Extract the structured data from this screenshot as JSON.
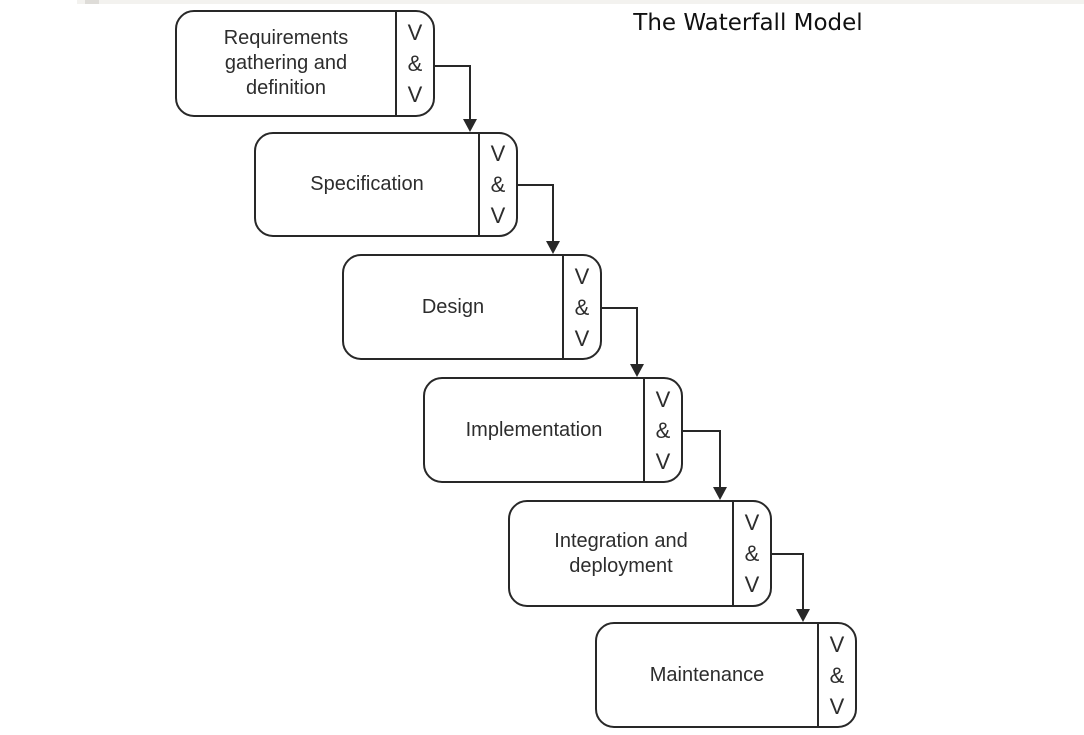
{
  "title": "The Waterfall Model",
  "diagram": {
    "type": "flowchart-waterfall",
    "stages": [
      {
        "id": "requirements",
        "label": "Requirements\ngathering and\ndefinition",
        "vv": "V\n&\nV"
      },
      {
        "id": "specification",
        "label": "Specification",
        "vv": "V\n&\nV"
      },
      {
        "id": "design",
        "label": "Design",
        "vv": "V\n&\nV"
      },
      {
        "id": "implementation",
        "label": "Implementation",
        "vv": "V\n&\nV"
      },
      {
        "id": "integration",
        "label": "Integration and\ndeployment",
        "vv": "V\n&\nV"
      },
      {
        "id": "maintenance",
        "label": "Maintenance",
        "vv": "V\n&\nV"
      }
    ],
    "connections": [
      "requirements -> specification",
      "specification -> design",
      "design -> implementation",
      "implementation -> integration",
      "integration -> maintenance"
    ]
  },
  "colors": {
    "background": "#ffffff",
    "line": "#282828",
    "text": "#2d2d2d",
    "title_text": "#111111",
    "top_strip": "#f3f2ef"
  }
}
